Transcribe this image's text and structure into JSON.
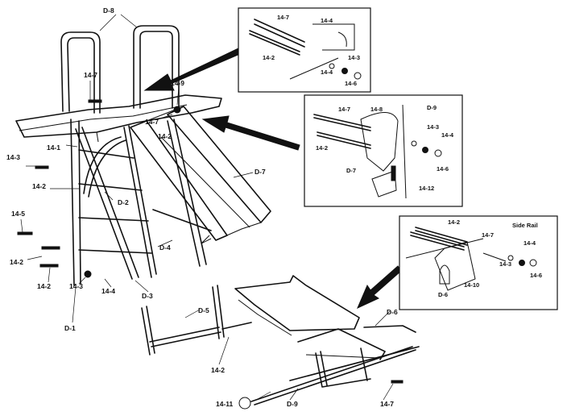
{
  "labels": {
    "main": [
      {
        "id": "d8_top",
        "text": "D-8"
      },
      {
        "id": "p14_7_top",
        "text": "14-7"
      },
      {
        "id": "p14_9",
        "text": "14-9"
      },
      {
        "id": "p14_7_mid",
        "text": "14-7"
      },
      {
        "id": "p14_2_mid",
        "text": "14-2"
      },
      {
        "id": "p14_1",
        "text": "14-1"
      },
      {
        "id": "p14_3_left",
        "text": "14-3"
      },
      {
        "id": "p14_2_left",
        "text": "14-2"
      },
      {
        "id": "d2",
        "text": "D-2"
      },
      {
        "id": "d7",
        "text": "D-7"
      },
      {
        "id": "p14_5",
        "text": "14-5"
      },
      {
        "id": "p14_2_lower",
        "text": "14-2"
      },
      {
        "id": "p14_2_bottom",
        "text": "14-2"
      },
      {
        "id": "p14_3_bottom",
        "text": "14-3"
      },
      {
        "id": "p14_4_bottom",
        "text": "14-4"
      },
      {
        "id": "d4",
        "text": "D-4"
      },
      {
        "id": "d3",
        "text": "D-3"
      },
      {
        "id": "d1",
        "text": "D-1"
      },
      {
        "id": "d5",
        "text": "D-5"
      },
      {
        "id": "p14_2_frame",
        "text": "14-2"
      },
      {
        "id": "d6",
        "text": "D-6"
      },
      {
        "id": "p14_11",
        "text": "14-11"
      },
      {
        "id": "d9_bottom",
        "text": "D-9"
      },
      {
        "id": "p14_7_bottom",
        "text": "14-7"
      }
    ],
    "inset1": [
      {
        "id": "i1_14_7",
        "text": "14-7"
      },
      {
        "id": "i1_14_4a",
        "text": "14-4"
      },
      {
        "id": "i1_14_2",
        "text": "14-2"
      },
      {
        "id": "i1_14_3",
        "text": "14-3"
      },
      {
        "id": "i1_14_4b",
        "text": "14-4"
      },
      {
        "id": "i1_14_6",
        "text": "14-6"
      }
    ],
    "inset2": [
      {
        "id": "i2_14_7",
        "text": "14-7"
      },
      {
        "id": "i2_14_8",
        "text": "14-8"
      },
      {
        "id": "i2_d9",
        "text": "D-9"
      },
      {
        "id": "i2_14_3",
        "text": "14-3"
      },
      {
        "id": "i2_14_4",
        "text": "14-4"
      },
      {
        "id": "i2_14_2",
        "text": "14-2"
      },
      {
        "id": "i2_14_6",
        "text": "14-6"
      },
      {
        "id": "i2_d7",
        "text": "D-7"
      },
      {
        "id": "i2_14_12",
        "text": "14-12"
      }
    ],
    "inset3": [
      {
        "id": "i3_14_2",
        "text": "14-2"
      },
      {
        "id": "i3_side_rail",
        "text": "Side Rail"
      },
      {
        "id": "i3_14_7",
        "text": "14-7"
      },
      {
        "id": "i3_14_4",
        "text": "14-4"
      },
      {
        "id": "i3_14_3",
        "text": "14-3"
      },
      {
        "id": "i3_14_6",
        "text": "14-6"
      },
      {
        "id": "i3_14_10",
        "text": "14-10"
      },
      {
        "id": "i3_d6",
        "text": "D-6"
      }
    ]
  }
}
